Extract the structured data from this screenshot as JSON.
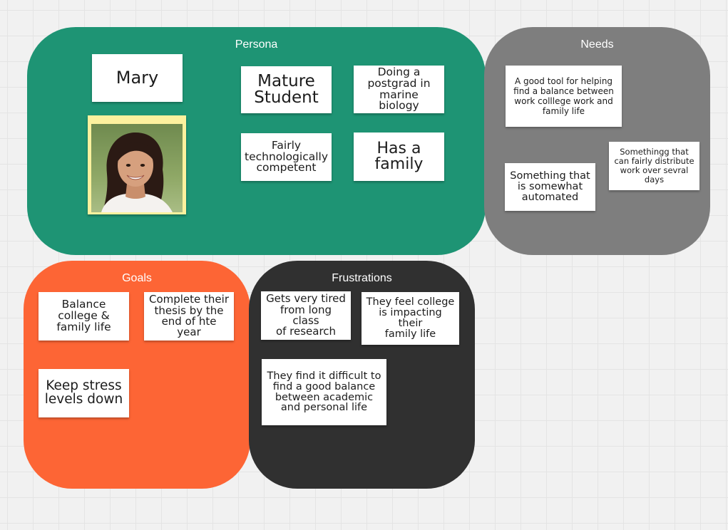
{
  "frames": {
    "persona": {
      "title": "Persona",
      "color": "#1e9474"
    },
    "needs": {
      "title": "Needs",
      "color": "#7e7e7e"
    },
    "goals": {
      "title": "Goals",
      "color": "#fd6535"
    },
    "frustrations": {
      "title": "Frustrations",
      "color": "#303030"
    }
  },
  "persona": {
    "name": "Mary",
    "photo": {
      "icon": "persona-photo"
    },
    "notes": [
      "Mature\nStudent",
      "Doing a\npostgrad in\nmarine biology",
      "Fairly\ntechnologically\ncompetent",
      "Has a\nfamily"
    ]
  },
  "needs": {
    "notes": [
      "A good tool for helping\nfind a balance between\nwork colllege work and\nfamily life",
      "Something that\nis somewhat\nautomated",
      "Somethingg that\ncan fairly distribute\nwork over sevral\ndays"
    ]
  },
  "goals": {
    "notes": [
      "Balance\ncollege &\nfamily life",
      "Complete their\nthesis by the\nend of hte year",
      "Keep stress\nlevels down"
    ]
  },
  "frustrations": {
    "notes": [
      "Gets very tired\nfrom long class\nof research",
      "They feel college\nis impacting their\nfamily life",
      "They find it difficult to\nfind a good balance\nbetween academic\nand personal life"
    ]
  }
}
